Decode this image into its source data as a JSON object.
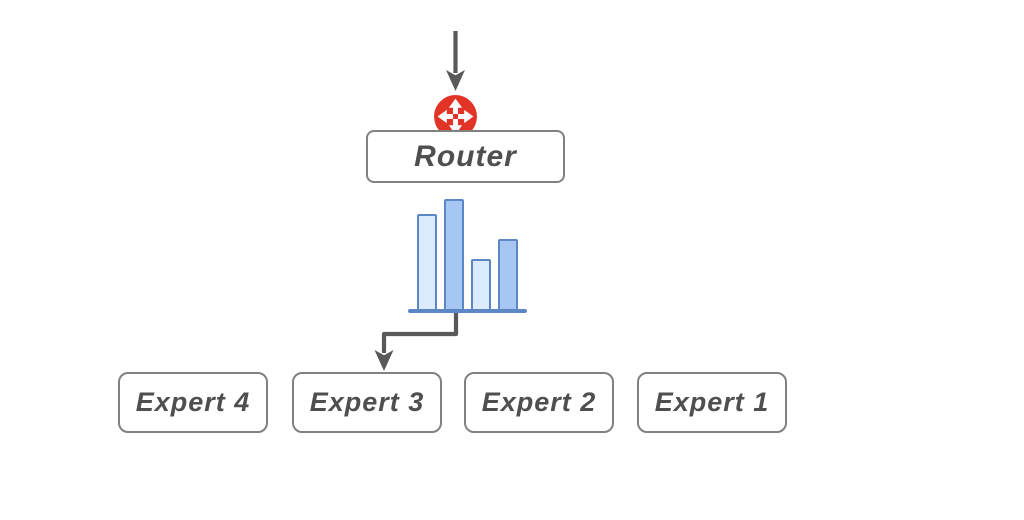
{
  "diagram": {
    "router": {
      "label": "Router"
    },
    "experts": [
      {
        "label": "Expert 4"
      },
      {
        "label": "Expert 3"
      },
      {
        "label": "Expert 2"
      },
      {
        "label": "Expert 1"
      }
    ],
    "routed_to": "Expert 3"
  },
  "chart_data": {
    "type": "bar",
    "title": "",
    "xlabel": "",
    "ylabel": "",
    "categories": [
      "Expert 4",
      "Expert 3",
      "Expert 2",
      "Expert 1"
    ],
    "values": [
      0.866,
      1.0,
      0.464,
      0.643
    ],
    "emphasis": [
      false,
      true,
      false,
      true
    ],
    "ylim": [
      0,
      1
    ],
    "grid": false,
    "legend": false
  },
  "colors": {
    "connector": "#595959",
    "box_border": "#818181",
    "text": "#4f4f4f",
    "router_red": "#e23327",
    "bar_border": "#5b87c6",
    "bar_light": "#dcebfb",
    "bar_medium": "#a6c7f2"
  }
}
